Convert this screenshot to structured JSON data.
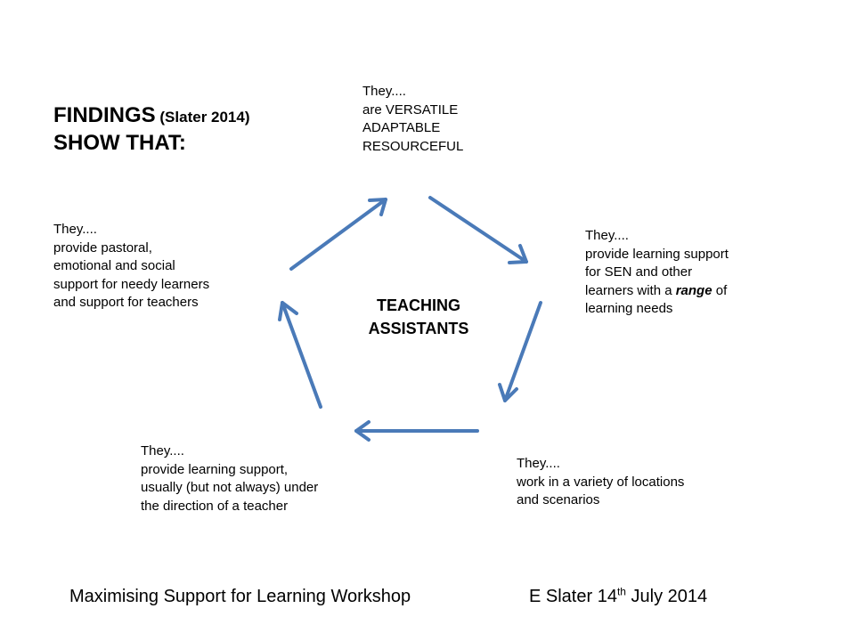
{
  "title": {
    "line1": "FINDINGS",
    "line1_sub": " (Slater 2014)",
    "line2": "SHOW THAT:"
  },
  "center": {
    "line1": "TEACHING",
    "line2": "ASSISTANTS"
  },
  "nodes": {
    "top": [
      "They....",
      "are VERSATILE",
      "ADAPTABLE",
      "RESOURCEFUL"
    ],
    "right": [
      "They....",
      "provide learning support",
      "for SEN  and other",
      "learners with a ",
      "range",
      " of",
      "learning needs"
    ],
    "bottom_right": [
      "They....",
      "work in a variety of locations",
      "and scenarios"
    ],
    "bottom_left": [
      "They....",
      "provide learning support,",
      "usually (but not always) under",
      "the direction of a teacher"
    ],
    "left": [
      "They....",
      "provide pastoral,",
      "emotional and social",
      "support for needy learners",
      "and support for teachers"
    ]
  },
  "footer": {
    "left": "Maximising Support for Learning Workshop",
    "right_prefix": "E Slater 14",
    "right_sup": "th",
    "right_suffix": " July 2014"
  },
  "colors": {
    "arrow": "#4a7ab8"
  }
}
